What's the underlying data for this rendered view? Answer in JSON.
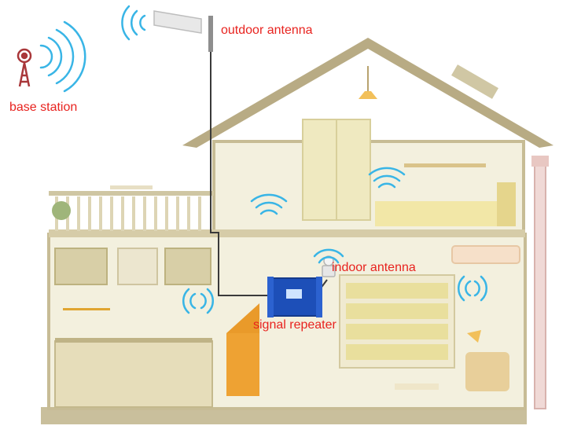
{
  "labels": {
    "outdoor_antenna": "outdoor antenna",
    "base_station": "base station",
    "indoor_antenna": "indoor antenna",
    "signal_repeater": "signal repeater"
  },
  "colors": {
    "label_red": "#e8231f",
    "wave_blue": "#39b5e6",
    "cable": "#3a3a3a",
    "roof": "#b8ab84",
    "wall": "#f4f1df",
    "repeater_blue": "#1d4fb8"
  },
  "icons": [
    "base-station-tower-icon",
    "yagi-antenna-icon",
    "ceiling-antenna-icon",
    "repeater-device-icon",
    "signal-wave-icon"
  ]
}
